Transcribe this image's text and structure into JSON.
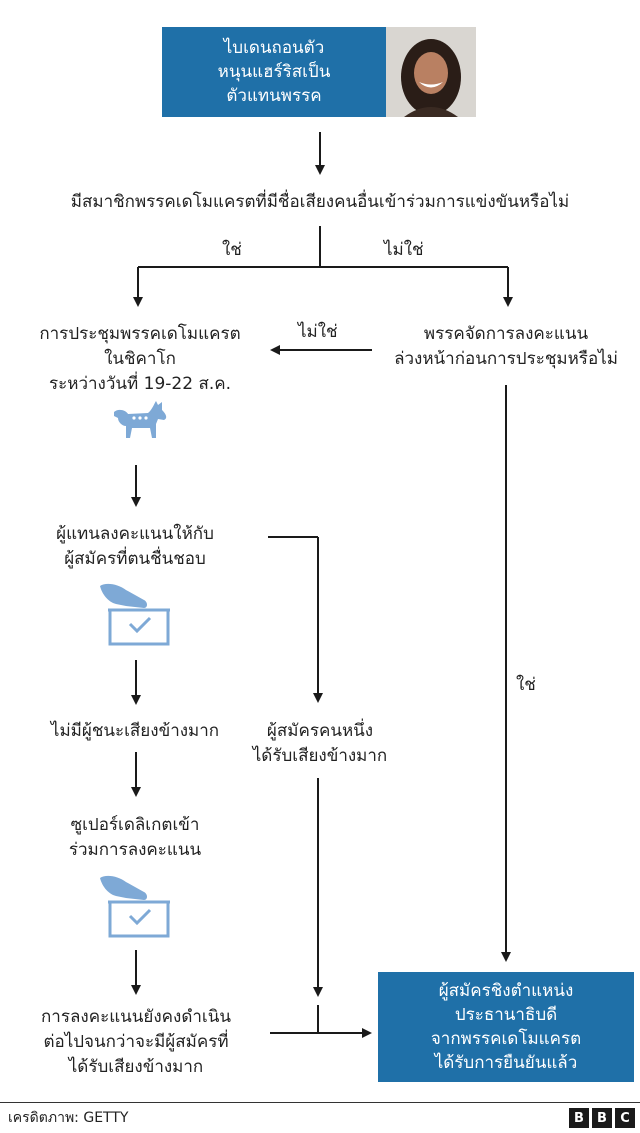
{
  "top_box": {
    "text": "ไบเดนถอนตัว\nหนุนแฮร์ริสเป็น\nตัวแทนพรรค"
  },
  "question_other_candidate": "มีสมาชิกพรรคเดโมแครตที่มีชื่อเสียงคนอื่นเข้าร่วมการแข่งขันหรือไม่",
  "labels": {
    "yes": "ใช่",
    "no": "ไม่ใช่"
  },
  "convention": "การประชุมพรรคเดโมแครต\nในชิคาโก\nระหว่างวันที่ 19-22 ส.ค.",
  "advance_vote_question": "พรรคจัดการลงคะแนน\nล่วงหน้าก่อนการประชุมหรือไม่",
  "delegates_vote": "ผู้แทนลงคะแนนให้กับ\nผู้สมัครที่ตนชื่นชอบ",
  "no_majority": "ไม่มีผู้ชนะเสียงข้างมาก",
  "one_candidate_majority": "ผู้สมัครคนหนึ่ง\nได้รับเสียงข้างมาก",
  "superdelegates": "ซูเปอร์เดลิเกตเข้า\nร่วมการลงคะแนน",
  "voting_continues": "การลงคะแนนยังคงดำเนิน\nต่อไปจนกว่าจะมีผู้สมัครที่\nได้รับเสียงข้างมาก",
  "final_box": {
    "text": "ผู้สมัครชิงตำแหน่ง\nประธานาธิบดี\nจากพรรคเดโมแครต\nได้รับการยืนยันแล้ว"
  },
  "footer": {
    "credit": "เครดิตภาพ: GETTY",
    "logo_letters": [
      "B",
      "B",
      "C"
    ]
  },
  "colors": {
    "box_blue": "#1f70a8",
    "icon_blue": "#7ea9d6",
    "line": "#1a1a1a"
  },
  "icons": [
    "donkey-icon",
    "ballot-box-icon",
    "ballot-box-icon"
  ]
}
